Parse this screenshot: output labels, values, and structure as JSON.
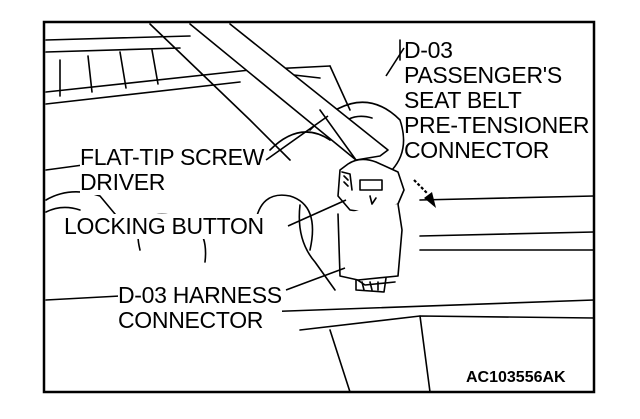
{
  "labels": {
    "passenger_connector": [
      "D-03",
      "PASSENGER'S",
      "SEAT BELT",
      "PRE-TENSIONER",
      "CONNECTOR"
    ],
    "screwdriver": [
      "FLAT-TIP SCREW",
      "DRIVER"
    ],
    "locking_button": "LOCKING BUTTON",
    "harness_connector": [
      "D-03 HARNESS",
      "CONNECTOR"
    ]
  },
  "figure_code": "AC103556AK"
}
